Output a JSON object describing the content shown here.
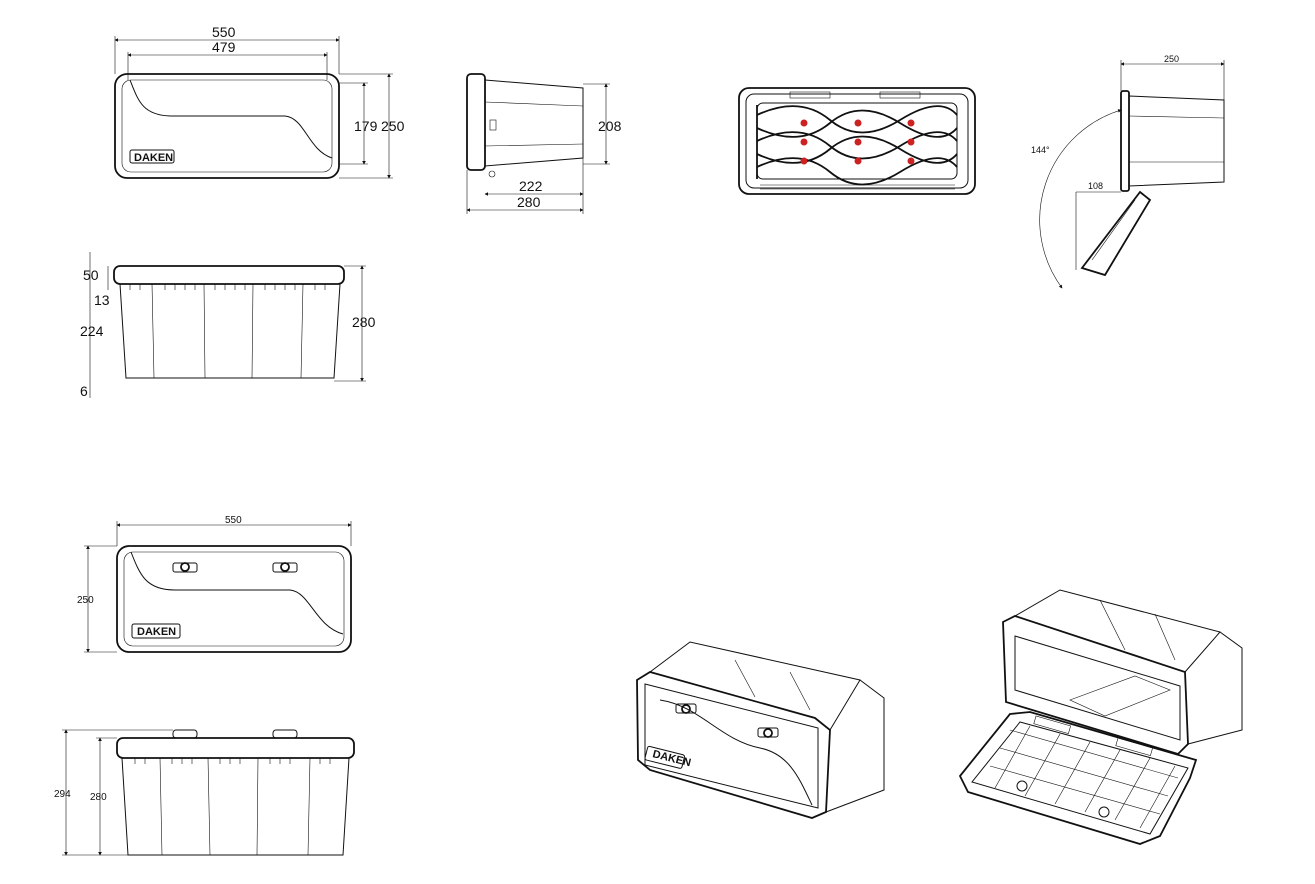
{
  "brand": "DAKEN",
  "colors": {
    "line": "#111111",
    "marker": "#cc2222",
    "background": "#ffffff"
  },
  "front_view": {
    "width": "550",
    "inner_width": "479",
    "door_height": "179",
    "height": "250"
  },
  "side_view": {
    "depth_top": "208",
    "depth_inner": "222",
    "depth": "280"
  },
  "open_view": {
    "width": "250",
    "offset": "108",
    "angle": "144°"
  },
  "section_view": {
    "lid_height": "50",
    "rim": "13",
    "body": "224",
    "base": "6",
    "height": "280"
  },
  "locked_front_view": {
    "width": "550",
    "height": "250"
  },
  "locked_section_view": {
    "total_height": "294",
    "body_height": "280"
  }
}
